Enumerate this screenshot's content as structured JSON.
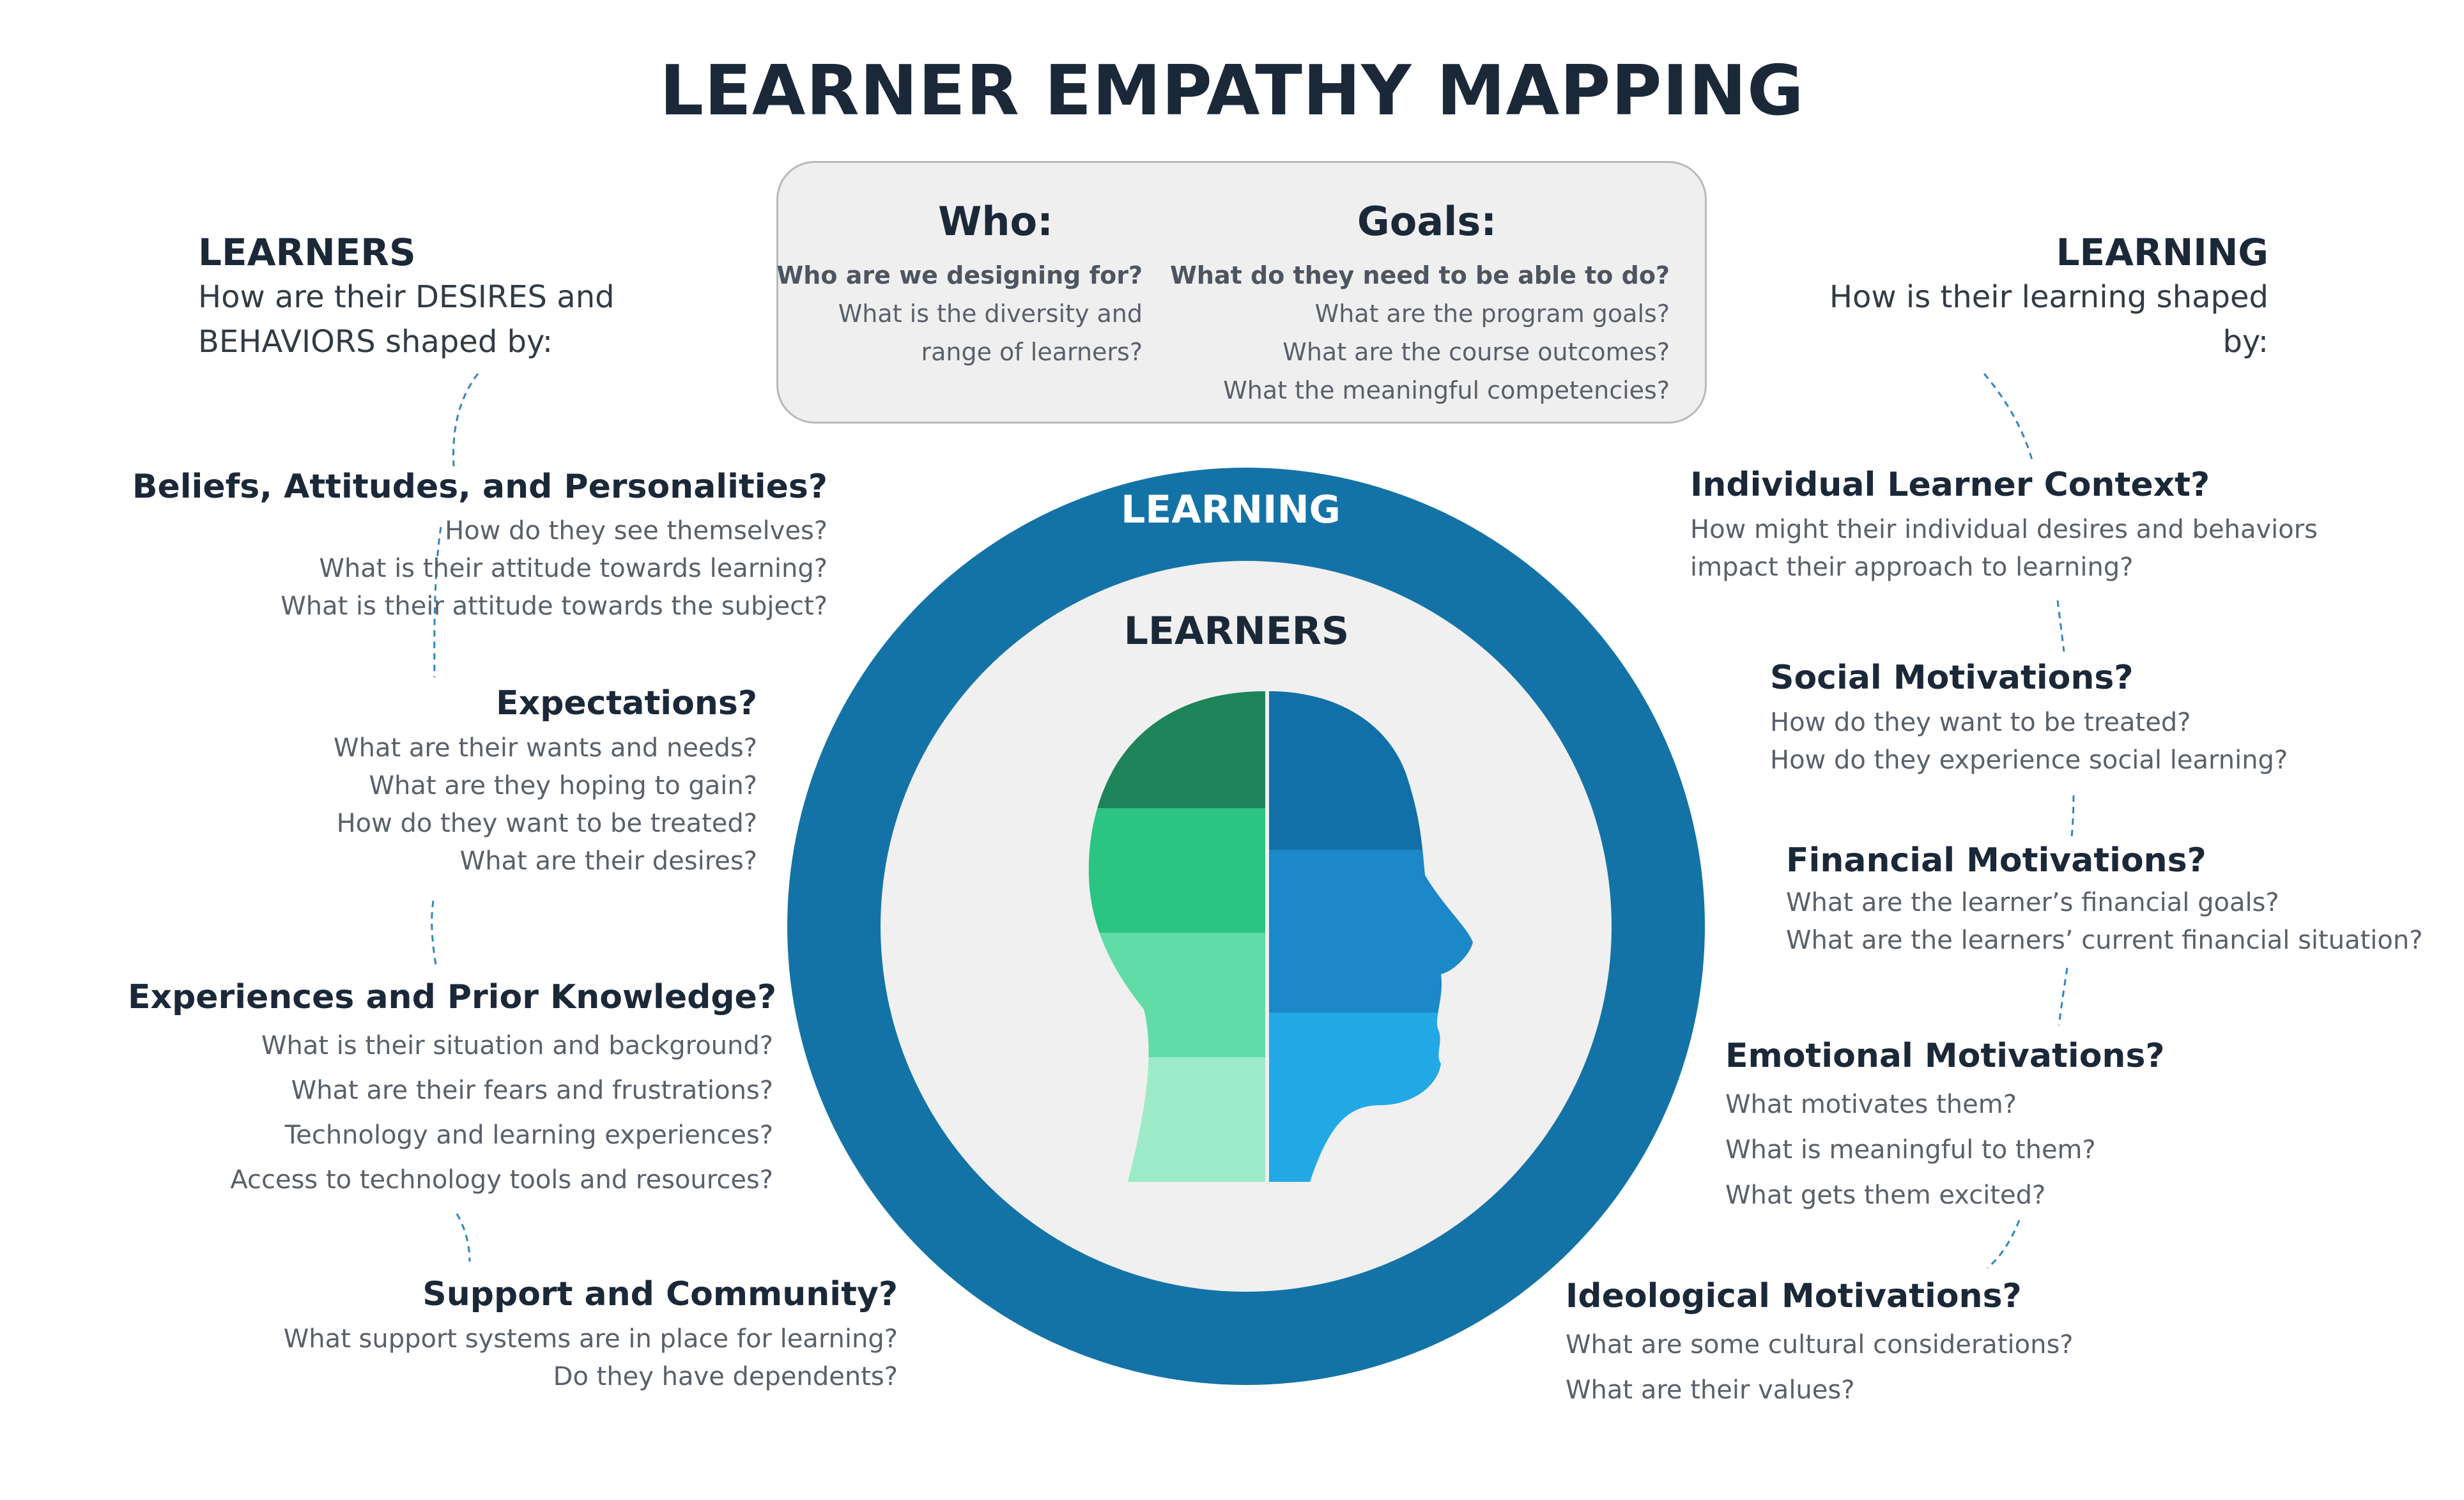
{
  "title": "LEARNER EMPATHY MAPPING",
  "colors": {
    "outer_ring": "#1473a6",
    "inner_circle": "#f0f0f0",
    "head_left": [
      "#1e8459",
      "#2bc482",
      "#61dca6",
      "#9deac9"
    ],
    "head_right": [
      "#1270a8",
      "#1b88c8",
      "#23a8e6"
    ],
    "connector": "#2e86c1"
  },
  "who": {
    "title": "Who:",
    "subtitle": "Who are we designing for?",
    "lines": [
      "What is the diversity and",
      "range of learners?"
    ]
  },
  "goals": {
    "title": "Goals:",
    "subtitle": "What do they need to be able to do?",
    "lines": [
      "What are the program goals?",
      "What are the course outcomes?",
      "What the meaningful competencies?"
    ]
  },
  "learners_section": {
    "heading": "LEARNERS",
    "line1": "How are their DESIRES and",
    "line2": "BEHAVIORS shaped by:"
  },
  "learning_section": {
    "heading": "LEARNING",
    "line1": "How is their learning shaped by:"
  },
  "circle": {
    "outer_label": "LEARNING",
    "inner_label": "LEARNERS",
    "head_icon": "human-head-profile-icon"
  },
  "left_groups": [
    {
      "heading": "Beliefs, Attitudes, and Personalities?",
      "questions": [
        "How do they see themselves?",
        "What is their attitude towards learning?",
        "What is their attitude towards the subject?"
      ]
    },
    {
      "heading": "Expectations?",
      "questions": [
        "What are their wants and needs?",
        "What are they hoping to gain?",
        "How do they want to be treated?",
        "What are their desires?"
      ]
    },
    {
      "heading": "Experiences and Prior Knowledge?",
      "questions": [
        "What is their situation and background?",
        "What are their fears and frustrations?",
        "Technology and learning experiences?",
        "Access to technology tools and resources?"
      ]
    },
    {
      "heading": "Support and Community?",
      "questions": [
        "What support systems are in place for learning?",
        "Do they have dependents?"
      ]
    }
  ],
  "right_groups": [
    {
      "heading": "Individual Learner Context?",
      "questions": [
        "How might their individual desires and behaviors",
        "impact their approach to learning?"
      ]
    },
    {
      "heading": "Social Motivations?",
      "questions": [
        "How do they want to be treated?",
        "How do they experience social learning?"
      ]
    },
    {
      "heading": "Financial Motivations?",
      "questions": [
        "What are the learner’s financial goals?",
        "What are the learners’ current financial situation?"
      ]
    },
    {
      "heading": "Emotional Motivations?",
      "questions": [
        "What motivates them?",
        "What is meaningful to them?",
        "What gets them excited?"
      ]
    },
    {
      "heading": "Ideological Motivations?",
      "questions": [
        "What are some cultural considerations?",
        "What are their values?"
      ]
    }
  ]
}
